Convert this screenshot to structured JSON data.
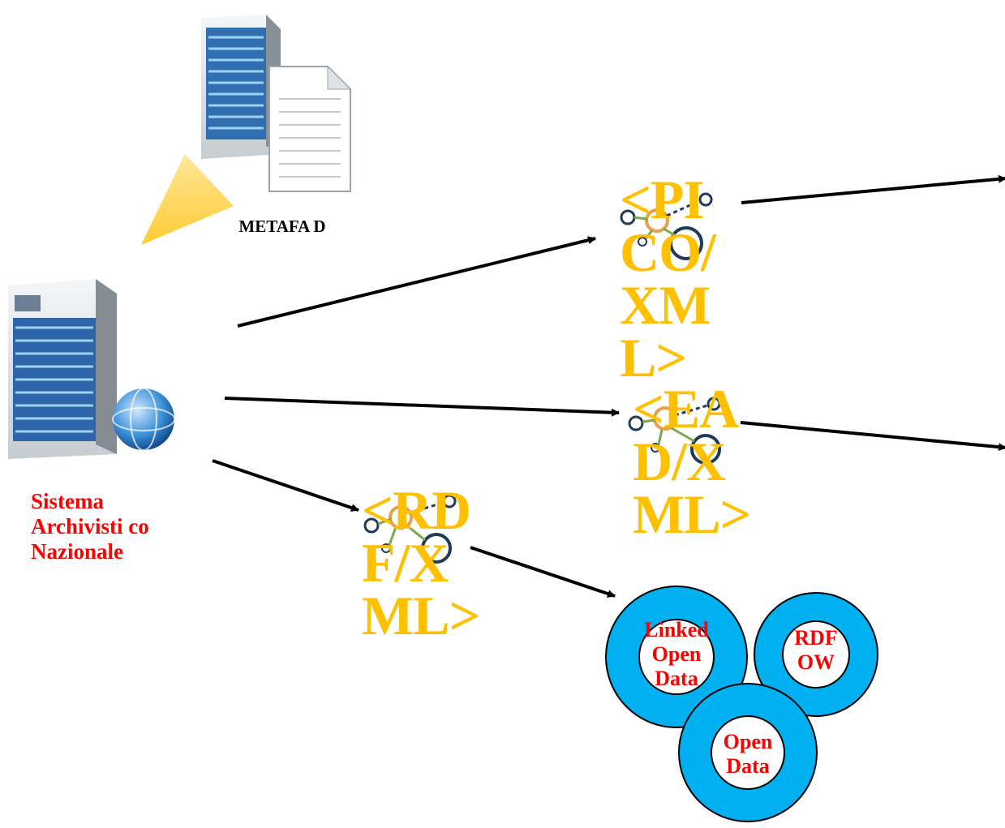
{
  "nodes": {
    "metafad_label": "METAFA D",
    "sistema_label": "Sistema Archivisti co Nazionale"
  },
  "formats": {
    "pico": "<PI CO/ XM L>",
    "ead": "<EA D/X ML>",
    "rdf": "<RD F/X ML>"
  },
  "open_data": {
    "linked": "Linked Open Data",
    "rdf_owl": "RDF OW",
    "open": "Open Data"
  },
  "colors": {
    "format_text": "#ffc000",
    "node_label": "#ff0000",
    "ring_fill": "#00b0f0",
    "arrow": "#000000",
    "triangle": "#ffd966"
  },
  "icons": [
    "server-document-icon",
    "server-globe-icon",
    "network-graph-icon"
  ]
}
